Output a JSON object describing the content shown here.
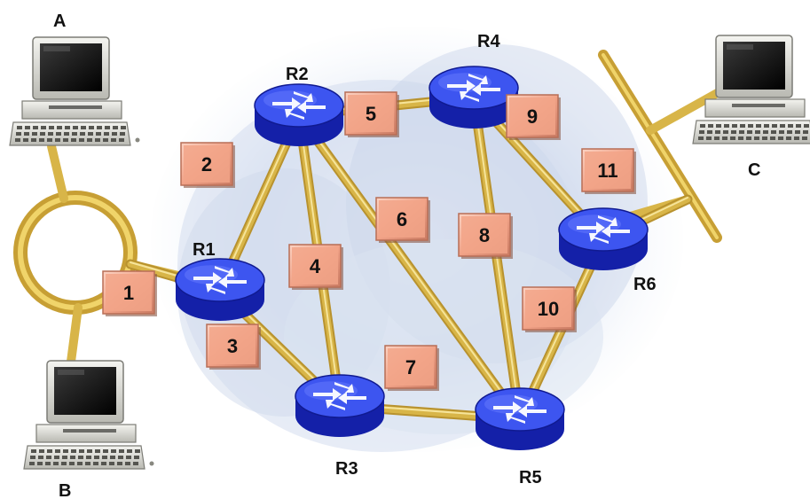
{
  "computers": [
    {
      "id": "A",
      "label": "A"
    },
    {
      "id": "B",
      "label": "B"
    },
    {
      "id": "C",
      "label": "C"
    }
  ],
  "routers": [
    {
      "id": "R1",
      "label": "R1"
    },
    {
      "id": "R2",
      "label": "R2"
    },
    {
      "id": "R3",
      "label": "R3"
    },
    {
      "id": "R4",
      "label": "R4"
    },
    {
      "id": "R5",
      "label": "R5"
    },
    {
      "id": "R6",
      "label": "R6"
    }
  ],
  "links": [
    {
      "label": "1",
      "from": "ring",
      "to": "R1"
    },
    {
      "label": "2",
      "from": "R1",
      "to": "R2"
    },
    {
      "label": "3",
      "from": "R1",
      "to": "R3"
    },
    {
      "label": "4",
      "from": "R2",
      "to": "R3"
    },
    {
      "label": "5",
      "from": "R2",
      "to": "R4"
    },
    {
      "label": "6",
      "from": "R2",
      "to": "R5"
    },
    {
      "label": "7",
      "from": "R3",
      "to": "R5"
    },
    {
      "label": "8",
      "from": "R4",
      "to": "R5"
    },
    {
      "label": "9",
      "from": "R4",
      "to": "R6"
    },
    {
      "label": "10",
      "from": "R5",
      "to": "R6"
    },
    {
      "label": "11",
      "from": "R6",
      "to": "bus"
    }
  ],
  "colors": {
    "router_body": "#1f2fd6",
    "router_top": "#3d55f0",
    "link": "#d8b548",
    "label_box": "#f2a488",
    "cloud": "#c9d6ea"
  }
}
